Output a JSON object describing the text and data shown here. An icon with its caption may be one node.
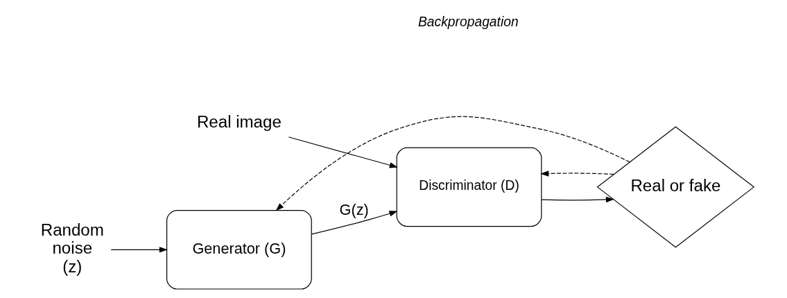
{
  "diagram": {
    "nodes": [
      {
        "text": [
          "Random noise (z)"
        ]
      },
      {
        "text": [
          "Real image"
        ]
      },
      {
        "text": [
          "Generator (G)"
        ]
      },
      {
        "text": [
          "Discriminator (D)"
        ]
      },
      {
        "text": [
          "Real or fake"
        ]
      }
    ],
    "edges": [
      {
        "from": 0,
        "to": 2,
        "arrow": "to"
      },
      {
        "from": 1,
        "to": 3,
        "arrow": "to"
      },
      {
        "from": 2,
        "to": 3,
        "arrow": "to",
        "label": "G(z)"
      },
      {
        "from": 3,
        "to": 4,
        "arrow": "to"
      },
      {
        "from": 4,
        "to": 2,
        "arrow": "to",
        "style": "dashed"
      },
      {
        "from": 4,
        "to": 3,
        "arrow": "to",
        "style": "dashed"
      }
    ],
    "labels": [
      "Backpropagation"
    ]
  }
}
